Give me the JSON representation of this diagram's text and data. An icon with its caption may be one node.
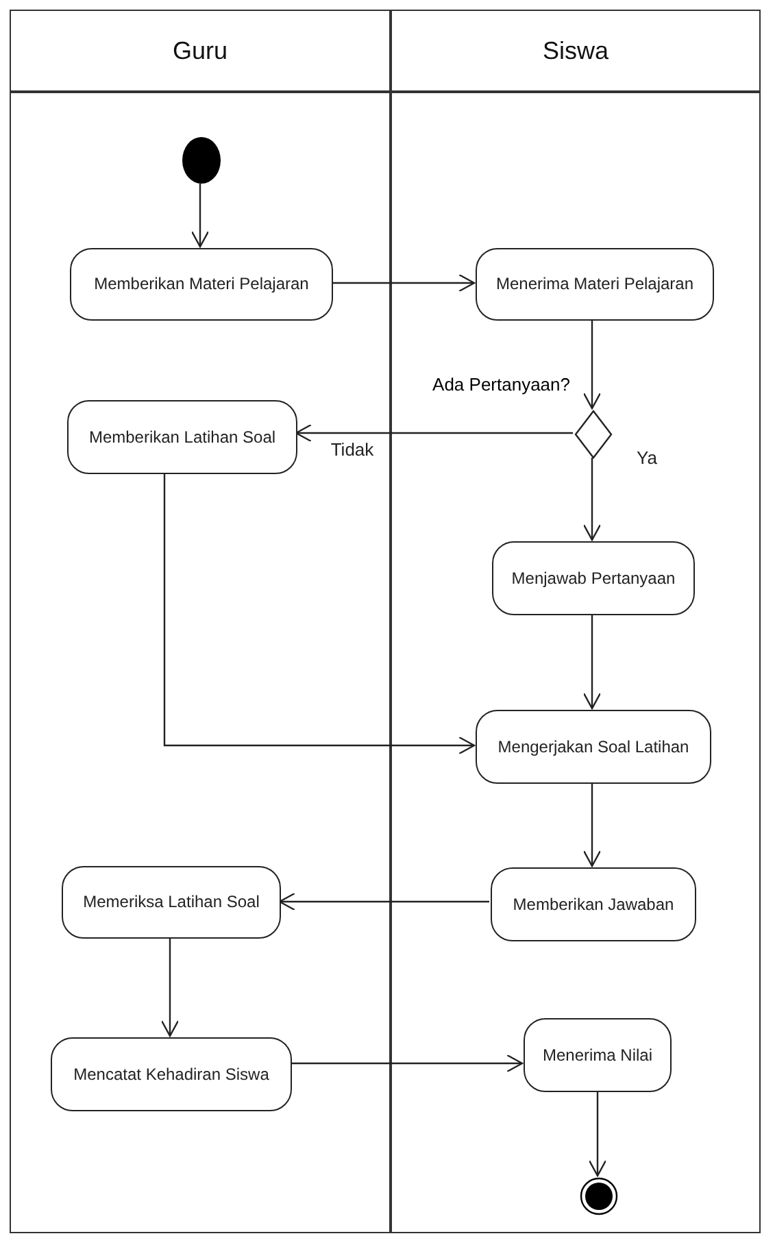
{
  "diagram": {
    "nodes": [
      {
        "text": [
          "Guru"
        ]
      },
      {
        "text": [
          "Siswa"
        ]
      },
      {
        "text": [],
        "shape": "circle",
        "in": 0
      },
      {
        "text": [
          "Memberikan Materi Pelajaran"
        ],
        "in": 0
      },
      {
        "text": [
          "Menerima Materi Pelajaran"
        ],
        "in": 1
      },
      {
        "text": [],
        "shape": "diamond",
        "in": 1,
        "beside": [
          "Ada Pertanyaan?"
        ]
      },
      {
        "text": [
          "Memberikan Latihan Soal"
        ],
        "in": 0
      },
      {
        "text": [
          "Menjawab Pertanyaan"
        ],
        "in": 1
      },
      {
        "text": [
          "Mengerjakan Soal Latihan"
        ],
        "in": 1
      },
      {
        "text": [
          "Memeriksa Latihan Soal"
        ],
        "in": 0
      },
      {
        "text": [
          "Memberikan Jawaban"
        ],
        "in": 1
      },
      {
        "text": [
          "Mencatat Kehadiran Siswa"
        ],
        "in": 0
      },
      {
        "text": [
          "Menerima Nilai"
        ],
        "in": 1
      },
      {
        "text": [],
        "shape": "circle",
        "in": 1
      }
    ],
    "edges": [
      {
        "from": 2,
        "to": 3,
        "arrow": "to"
      },
      {
        "from": 3,
        "to": 4,
        "arrow": "to"
      },
      {
        "from": 4,
        "to": 5,
        "arrow": "to"
      },
      {
        "from": 5,
        "to": 6,
        "arrow": "to",
        "label": "Tidak"
      },
      {
        "from": 5,
        "to": 7,
        "arrow": "to",
        "label": "Ya"
      },
      {
        "from": 6,
        "to": 8,
        "arrow": "to"
      },
      {
        "from": 7,
        "to": 8,
        "arrow": "to"
      },
      {
        "from": 8,
        "to": 10,
        "arrow": "to"
      },
      {
        "from": 10,
        "to": 9,
        "arrow": "to"
      },
      {
        "from": 9,
        "to": 11,
        "arrow": "to"
      },
      {
        "from": 11,
        "to": 12,
        "arrow": "to"
      },
      {
        "from": 12,
        "to": 13,
        "arrow": "to"
      }
    ]
  }
}
